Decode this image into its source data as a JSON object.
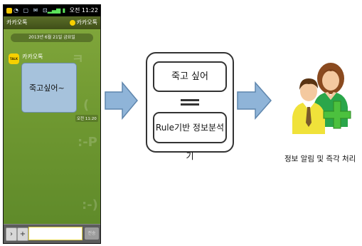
{
  "phone": {
    "status_time": "오전 11:22",
    "app_title": "카카오톡",
    "header_right": "카카오톡",
    "date_divider": "2013년 6월 21일 금요일",
    "avatar_text": "TALK",
    "sender_name": "카카오톡",
    "message_text": "죽고싶어~",
    "message_time": "오전 11:20",
    "input_more_symbol": "›",
    "input_plus_symbol": "+",
    "send_button_label": "전송"
  },
  "process_box": {
    "input_text": "죽고 싶어",
    "analyzer_label": "Rule기반 정보분석기"
  },
  "output": {
    "caption": "정보 알림 및 즉각 처리"
  },
  "colors": {
    "arrow_fill": "#8fb4d8",
    "arrow_stroke": "#5f86ad",
    "chat_bg": "#6f9831",
    "bubble": "#a6c2dc",
    "person_male_shirt": "#f0e23a",
    "person_female_shirt": "#2aa64a",
    "plus": "#4cc13e"
  },
  "icons": [
    "kakaotalk-app-icon",
    "signal-icon",
    "battery-icon",
    "right-arrow-icon",
    "equals-icon",
    "people-add-icon"
  ]
}
